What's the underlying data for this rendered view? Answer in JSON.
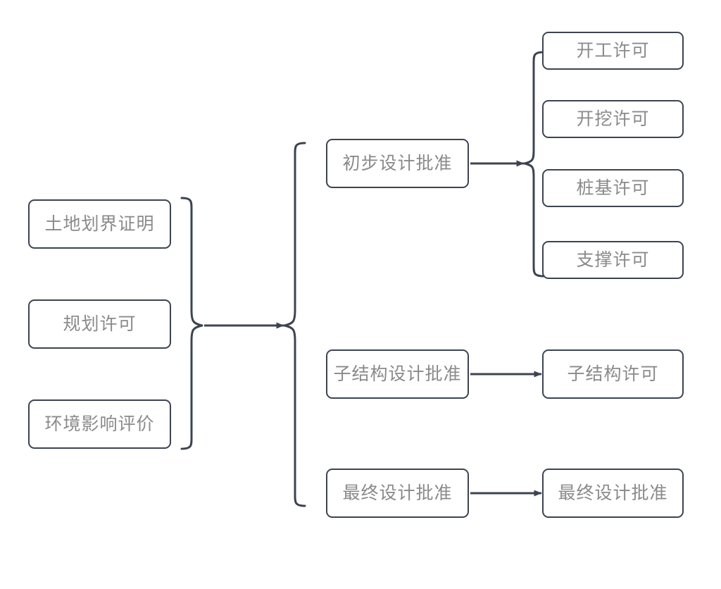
{
  "diagram": {
    "type": "flowchart",
    "title": "",
    "background_color": "#ffffff",
    "box_border_color": "#3d4450",
    "box_fill_color": "#ffffff",
    "text_color": "#8a8a8a",
    "connector_color": "#3d4450",
    "left_column": {
      "name": "prerequisite-approvals",
      "items": [
        {
          "id": "land-demarcation",
          "label": "土地划界证明"
        },
        {
          "id": "planning-permit",
          "label": "规划许可"
        },
        {
          "id": "eia",
          "label": "环境影响评价"
        }
      ]
    },
    "middle_column": {
      "name": "design-approvals",
      "items": [
        {
          "id": "preliminary-design-approval",
          "label": "初步设计批准"
        },
        {
          "id": "substructure-design-approval",
          "label": "子结构设计批准"
        },
        {
          "id": "final-design-approval",
          "label": "最终设计批准"
        }
      ]
    },
    "right_column": {
      "name": "issued-permits",
      "groups": [
        {
          "id": "preliminary-permits",
          "source": "preliminary-design-approval",
          "items": [
            {
              "id": "commencement-permit",
              "label": "开工许可"
            },
            {
              "id": "excavation-permit",
              "label": "开挖许可"
            },
            {
              "id": "piling-permit",
              "label": "桩基许可"
            },
            {
              "id": "shoring-permit",
              "label": "支撑许可"
            }
          ]
        },
        {
          "id": "substructure-permit-group",
          "source": "substructure-design-approval",
          "items": [
            {
              "id": "substructure-permit",
              "label": "子结构许可"
            }
          ]
        },
        {
          "id": "final-design-group",
          "source": "final-design-approval",
          "items": [
            {
              "id": "final-design-approval-out",
              "label": "最终设计批准"
            }
          ]
        }
      ]
    },
    "connectors": [
      {
        "id": "left-group-brace",
        "kind": "brace-right",
        "from": "prerequisite-approvals"
      },
      {
        "id": "fan-out-brace",
        "kind": "brace-left",
        "to": "design-approvals"
      },
      {
        "id": "main-arrow",
        "kind": "arrow",
        "from": "prerequisite-approvals",
        "to": "design-approvals"
      },
      {
        "id": "preliminary-arrow",
        "kind": "arrow",
        "from": "preliminary-design-approval",
        "to": "preliminary-permits"
      },
      {
        "id": "preliminary-brace",
        "kind": "brace-left",
        "to": "preliminary-permits"
      },
      {
        "id": "substructure-arrow",
        "kind": "arrow",
        "from": "substructure-design-approval",
        "to": "substructure-permit"
      },
      {
        "id": "final-arrow",
        "kind": "arrow",
        "from": "final-design-approval",
        "to": "final-design-approval-out"
      }
    ]
  }
}
